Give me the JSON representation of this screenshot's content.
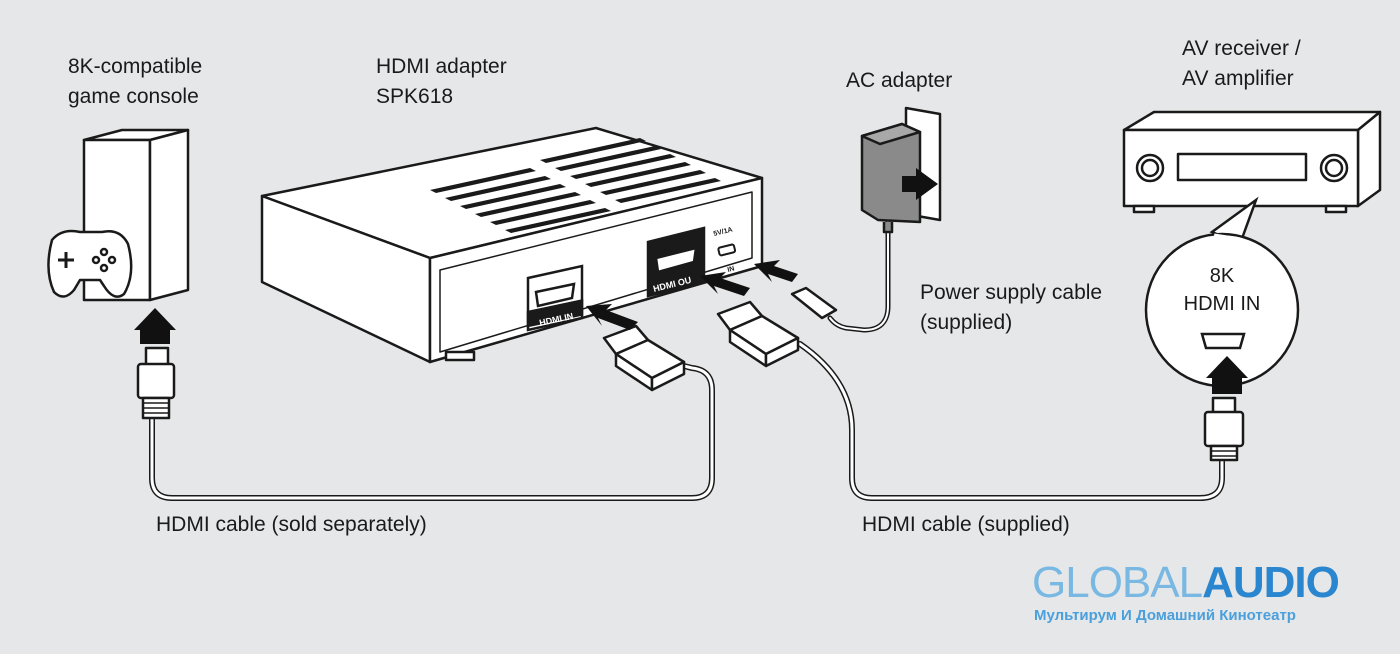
{
  "labels": {
    "console": [
      "8K-compatible",
      "game console"
    ],
    "adapter": [
      "HDMI adapter",
      "SPK618"
    ],
    "ac_adapter": "AC adapter",
    "receiver": [
      "AV receiver /",
      "AV amplifier"
    ],
    "power_cable": [
      "Power supply cable",
      "(supplied)"
    ],
    "hdmi_cable_separate": "HDMI cable (sold separately)",
    "hdmi_cable_supplied": "HDMI cable (supplied)",
    "callout": [
      "8K",
      "HDMI IN"
    ]
  },
  "ports": {
    "hdmi_in": "HDMI IN",
    "hdmi_out": "HDMI OU",
    "power_rating": "5V/1A",
    "dc_in": "IN"
  },
  "brand": {
    "name_light": "GLOBAL",
    "name_bold": "AUDIO",
    "tagline": "Мультирум И Домашний Кинотеатр"
  },
  "colors": {
    "background": "#e6e7e8",
    "outline": "#1a1a1a",
    "fill": "#ffffff",
    "adapter_body": "#8a8a8a",
    "brand_light": "#79b8e3",
    "brand_bold": "#2a86cf"
  }
}
